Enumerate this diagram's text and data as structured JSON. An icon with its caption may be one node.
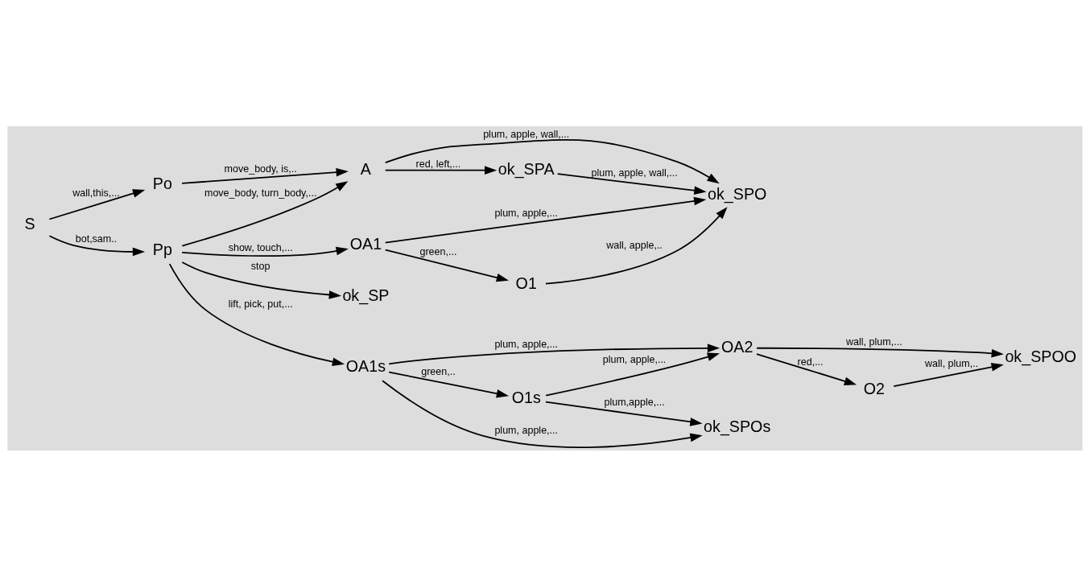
{
  "diagram": {
    "nodes": [
      {
        "text": [
          "S"
        ]
      },
      {
        "text": [
          "Po"
        ]
      },
      {
        "text": [
          "Pp"
        ]
      },
      {
        "text": [
          "A"
        ]
      },
      {
        "text": [
          "ok_SPA"
        ]
      },
      {
        "text": [
          "ok_SP"
        ]
      },
      {
        "text": [
          "OA1"
        ]
      },
      {
        "text": [
          "O1"
        ]
      },
      {
        "text": [
          "ok_SPO"
        ]
      },
      {
        "text": [
          "OA1s"
        ]
      },
      {
        "text": [
          "O1s"
        ]
      },
      {
        "text": [
          "OA2"
        ]
      },
      {
        "text": [
          "O2"
        ]
      },
      {
        "text": [
          "ok_SPOO"
        ]
      },
      {
        "text": [
          "ok_SPOs"
        ]
      }
    ],
    "edges": [
      {
        "from": 0,
        "to": 1,
        "arrow": "to",
        "label": "wall,this,..."
      },
      {
        "from": 0,
        "to": 2,
        "arrow": "to",
        "label": "bot,sam.."
      },
      {
        "from": 1,
        "to": 3,
        "arrow": "to",
        "label": "move_body, is,.."
      },
      {
        "from": 2,
        "to": 3,
        "arrow": "to",
        "label": "move_body, turn_body,..."
      },
      {
        "from": 3,
        "to": 4,
        "arrow": "to",
        "label": "red, left,..."
      },
      {
        "from": 3,
        "to": 8,
        "arrow": "to",
        "label": "plum, apple, wall,..."
      },
      {
        "from": 4,
        "to": 8,
        "arrow": "to",
        "label": "plum, apple, wall,..."
      },
      {
        "from": 2,
        "to": 5,
        "arrow": "to",
        "label": "stop"
      },
      {
        "from": 2,
        "to": 6,
        "arrow": "to",
        "label": "show, touch,..."
      },
      {
        "from": 2,
        "to": 9,
        "arrow": "to",
        "label": "lift, pick, put,..."
      },
      {
        "from": 6,
        "to": 7,
        "arrow": "to",
        "label": "green,..."
      },
      {
        "from": 7,
        "to": 8,
        "arrow": "to",
        "label": "wall, apple,.."
      },
      {
        "from": 6,
        "to": 8,
        "arrow": "to",
        "label": "plum, apple,..."
      },
      {
        "from": 9,
        "to": 11,
        "arrow": "to",
        "label": "plum, apple,..."
      },
      {
        "from": 9,
        "to": 10,
        "arrow": "to",
        "label": "green,.."
      },
      {
        "from": 9,
        "to": 14,
        "arrow": "to",
        "label": "plum, apple,..."
      },
      {
        "from": 10,
        "to": 11,
        "arrow": "to",
        "label": "plum, apple,..."
      },
      {
        "from": 10,
        "to": 14,
        "arrow": "to",
        "label": "plum,apple,..."
      },
      {
        "from": 11,
        "to": 12,
        "arrow": "to",
        "label": "red,..."
      },
      {
        "from": 11,
        "to": 13,
        "arrow": "to",
        "label": "wall, plum,..."
      },
      {
        "from": 12,
        "to": 13,
        "arrow": "to",
        "label": "wall, plum,.."
      }
    ]
  }
}
